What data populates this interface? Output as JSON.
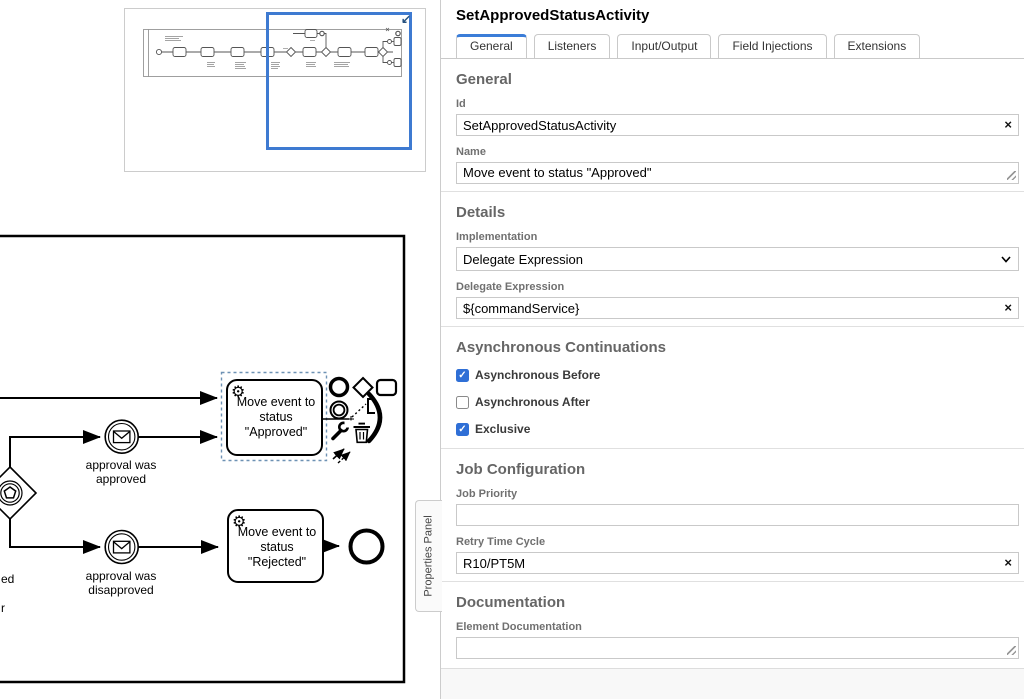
{
  "icons": {
    "clear": "×",
    "check": "✓",
    "gear": "⚙",
    "minimap_toggle": "↙"
  },
  "colors": {
    "accent_blue": "#3b7dd8",
    "viewport_blue": "#3e7ad1",
    "checkbox_blue": "#2f6fd6",
    "selection_dash": "#6e92b4"
  },
  "canvas": {
    "properties_tab": "Properties Panel",
    "edge_labels": [
      {
        "text": "ed"
      },
      {
        "text": "r"
      }
    ],
    "events": [
      {
        "label1": "approval was",
        "label2": "approved"
      },
      {
        "label1": "approval was",
        "label2": "disapproved"
      }
    ],
    "tasks": [
      {
        "line1": "Move event to",
        "line2": "status",
        "line3": "\"Approved\"",
        "selected": true
      },
      {
        "line1": "Move event to",
        "line2": "status",
        "line3": "\"Rejected\"",
        "selected": false
      }
    ]
  },
  "panel": {
    "title": "SetApprovedStatusActivity",
    "tabs": [
      {
        "label": "General",
        "active": true
      },
      {
        "label": "Listeners",
        "active": false
      },
      {
        "label": "Input/Output",
        "active": false
      },
      {
        "label": "Field Injections",
        "active": false
      },
      {
        "label": "Extensions",
        "active": false
      }
    ],
    "general": {
      "heading": "General",
      "id_label": "Id",
      "id_value": "SetApprovedStatusActivity",
      "name_label": "Name",
      "name_value": "Move event to status \"Approved\""
    },
    "details": {
      "heading": "Details",
      "implementation_label": "Implementation",
      "implementation_value": "Delegate Expression",
      "delegate_label": "Delegate Expression",
      "delegate_value": "${commandService}"
    },
    "async": {
      "heading": "Asynchronous Continuations",
      "checkboxes": [
        {
          "label": "Asynchronous Before",
          "checked": true
        },
        {
          "label": "Asynchronous After",
          "checked": false
        },
        {
          "label": "Exclusive",
          "checked": true
        }
      ]
    },
    "job": {
      "heading": "Job Configuration",
      "priority_label": "Job Priority",
      "priority_value": "",
      "retry_label": "Retry Time Cycle",
      "retry_value": "R10/PT5M"
    },
    "documentation": {
      "heading": "Documentation",
      "element_label": "Element Documentation",
      "element_value": ""
    }
  }
}
